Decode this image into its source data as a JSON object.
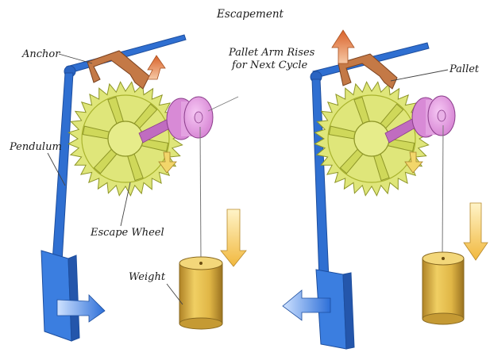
{
  "title": "Escapement",
  "labels": {
    "anchor": "Anchor",
    "pendulum": "Pendulum",
    "escape_wheel": "Escape Wheel",
    "weight": "Weight",
    "pallet_arm_line1": "Pallet Arm Rises",
    "pallet_arm_line2": "for Next Cycle",
    "pallet": "Pallet"
  },
  "colors": {
    "pendulum": "#2f6fd1",
    "pendulum_dark": "#1d4e9e",
    "wheel": "#dfe67a",
    "wheel_dark": "#a9b32e",
    "drum": "#e89ee6",
    "drum_dark": "#b866b6",
    "anchor": "#b86a3a",
    "weight": "#e2b948",
    "weight_dark": "#a8822a",
    "arrow_orange": "#e27a3c",
    "arrow_yellow": "#f2c85a",
    "arrow_blue": "#3a7fe0"
  }
}
